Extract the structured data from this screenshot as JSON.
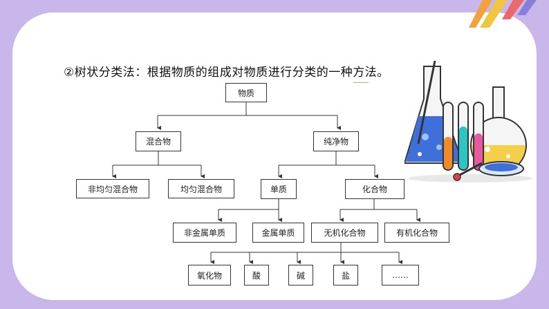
{
  "heading": "②树状分类法：根据物质的组成对物质进行分类的一种方法。",
  "tree": {
    "root": "物质",
    "level1": {
      "left": "混合物",
      "right": "纯净物"
    },
    "mixtures": {
      "left": "非均匀混合物",
      "right": "均匀混合物"
    },
    "pure": {
      "left": "单质",
      "right": "化合物"
    },
    "elements": {
      "left": "非金属单质",
      "right": "金属单质"
    },
    "compounds": {
      "left": "无机化合物",
      "right": "有机化合物"
    },
    "inorganic": [
      "氧化物",
      "酸",
      "碱",
      "盐",
      "……"
    ]
  },
  "colors": {
    "background": "#c9b6ea",
    "card": "#ffffff",
    "line": "#333333"
  },
  "illustration": "lab-glassware-illustration"
}
